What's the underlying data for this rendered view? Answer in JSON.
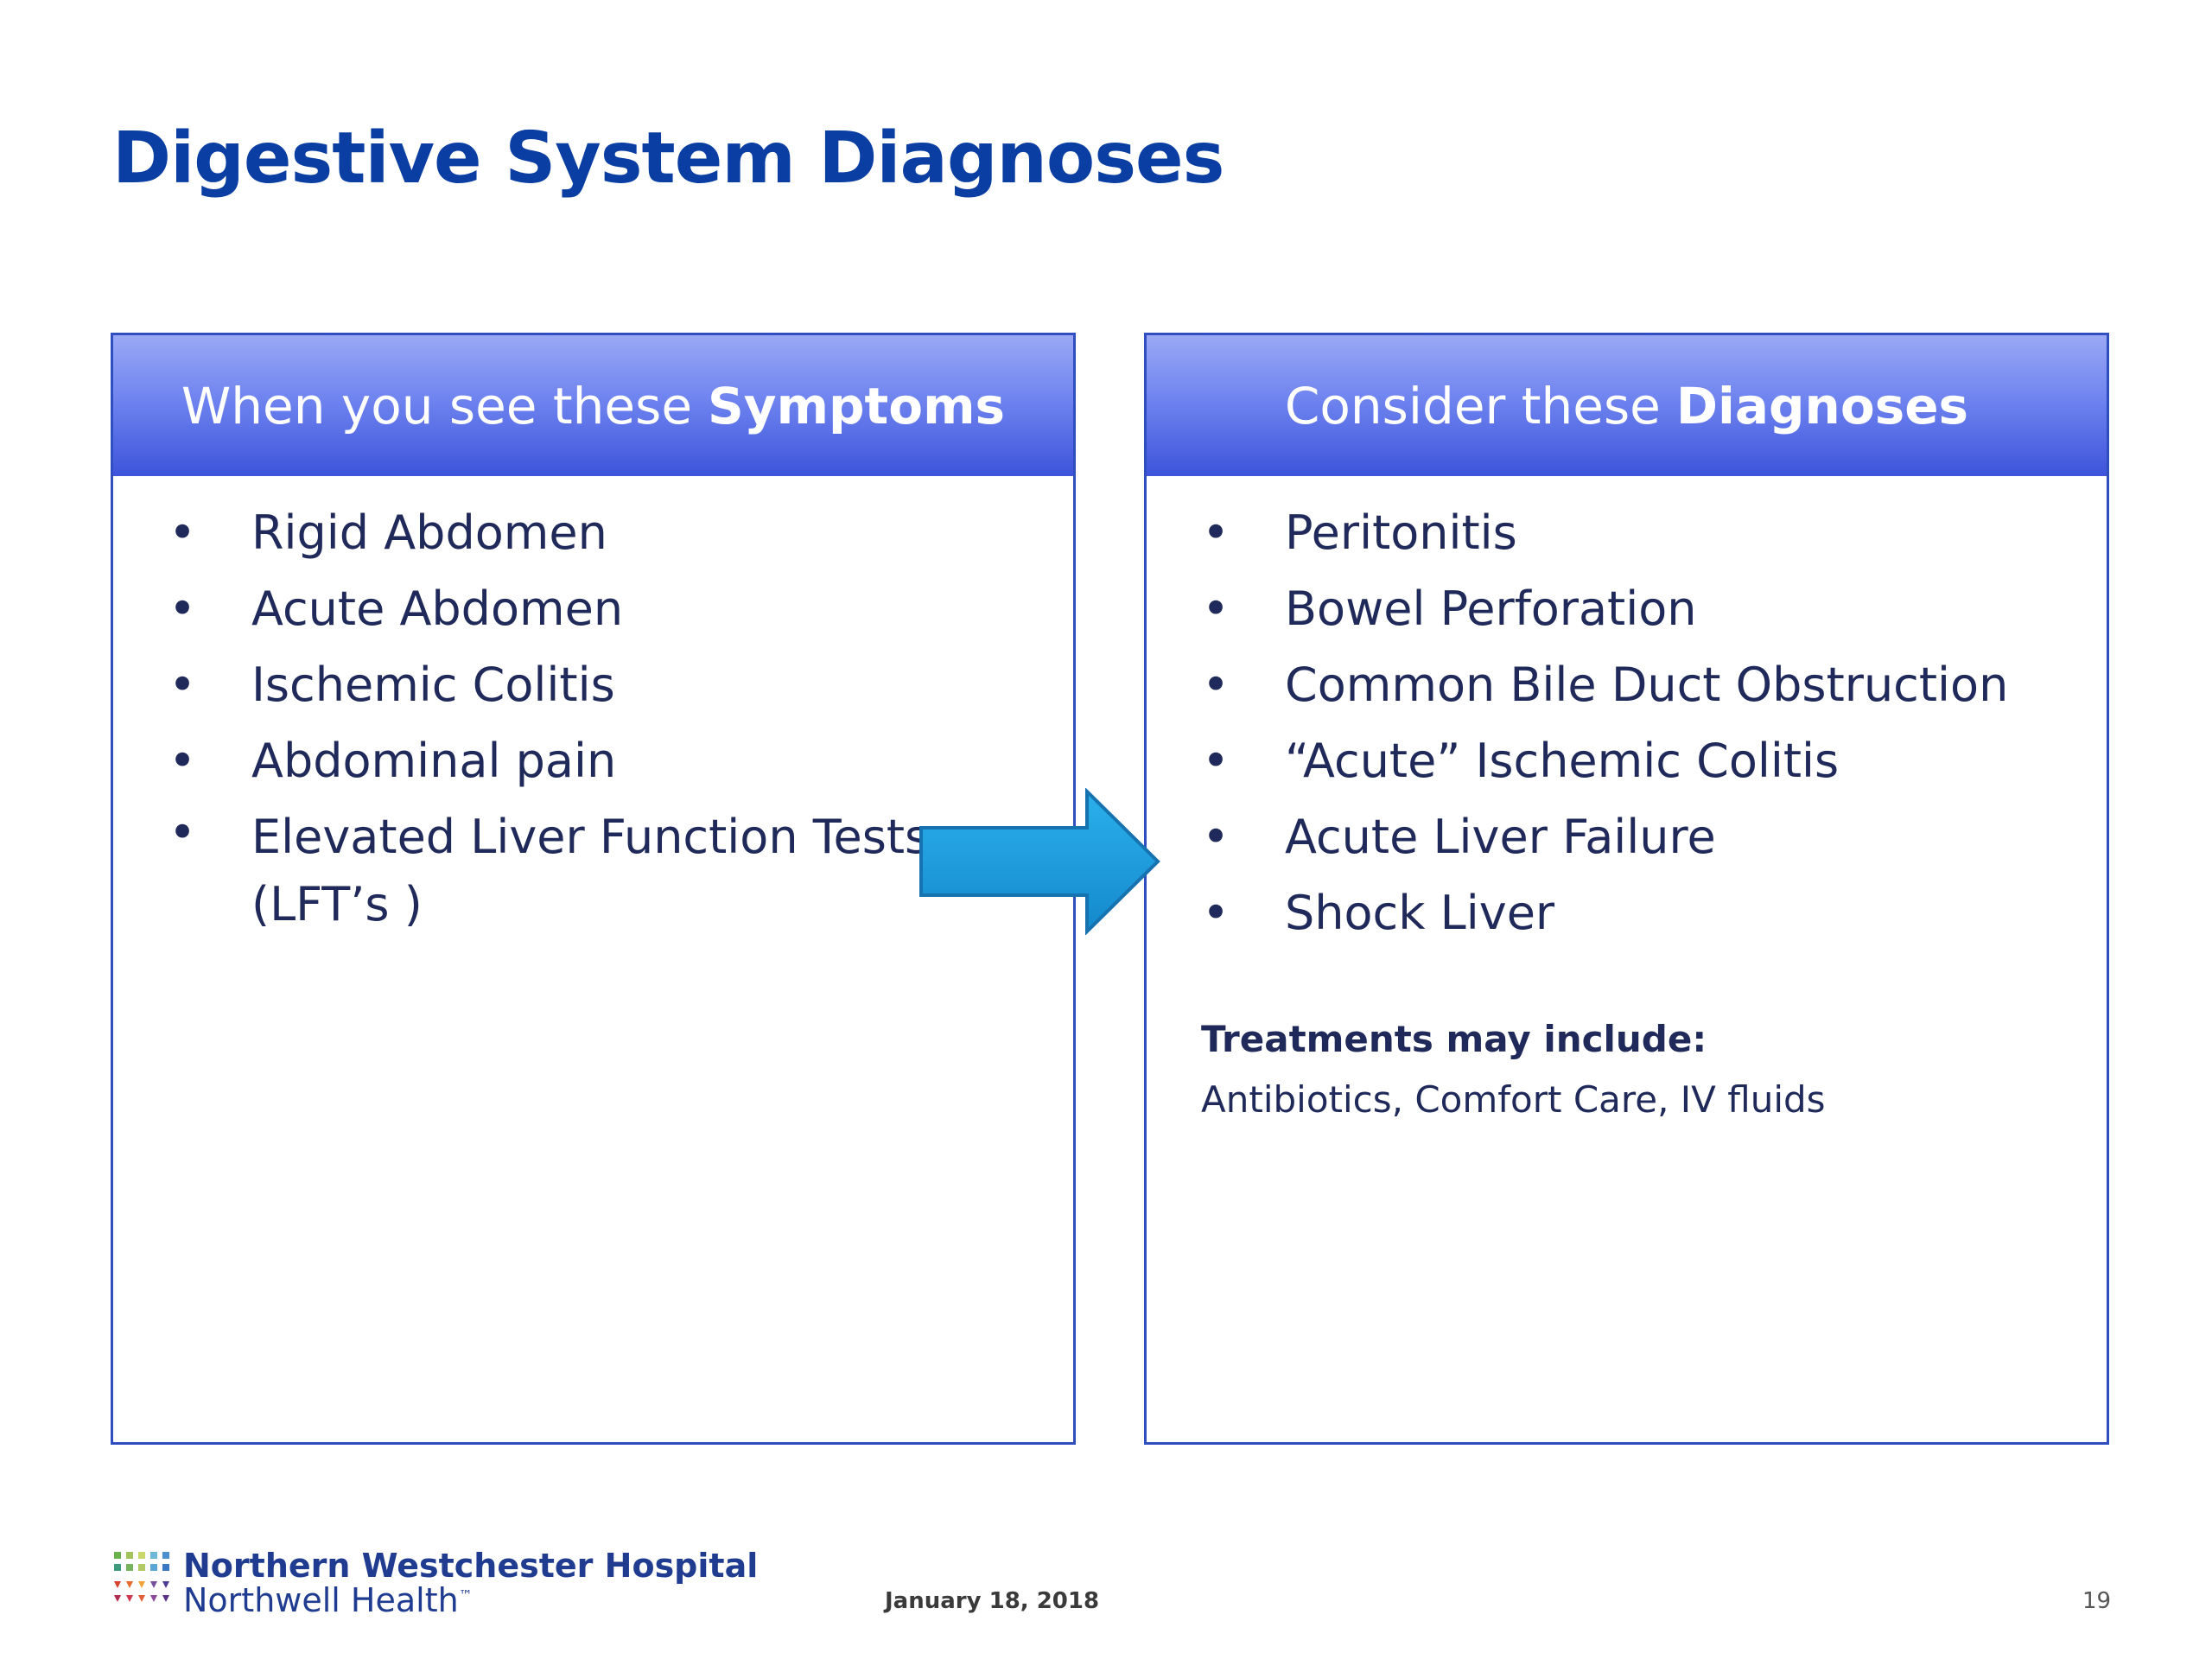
{
  "slide": {
    "title": "Digestive System Diagnoses",
    "symptoms_panel": {
      "header_prefix": "When you see these",
      "header_bold": "Symptoms",
      "items": [
        "Rigid Abdomen",
        "Acute Abdomen",
        "Ischemic Colitis",
        "Abdominal pain",
        "Elevated Liver Function Tests"
      ],
      "item_5_continuation": "(LFT’s )"
    },
    "diagnoses_panel": {
      "header_prefix": "Consider these",
      "header_bold": "Diagnoses",
      "items": [
        "Peritonitis",
        "Bowel Perforation",
        "Common Bile Duct Obstruction",
        "“Acute” Ischemic Colitis",
        "Acute Liver Failure",
        "Shock Liver"
      ],
      "treatments_title": "Treatments may include:",
      "treatments_body": "Antibiotics, Comfort Care, IV fluids"
    },
    "bullet_glyph": "•"
  },
  "footer": {
    "logo_line1": "Northern Westchester Hospital",
    "logo_line2": "Northwell Health",
    "logo_tm": "™",
    "date": "January 18, 2018",
    "page_number": "19"
  },
  "colors": {
    "title": "#0a3ea3",
    "panel_border": "#2f4fc0",
    "header_top": "#9aa8f5",
    "header_bottom": "#3d54db",
    "body_text": "#1f2a5a",
    "arrow_fill": "#1a9ad6",
    "arrow_stroke": "#1772b0"
  },
  "icons": {
    "arrow": "right-arrow-icon",
    "logo": "northwell-logo-icon"
  }
}
